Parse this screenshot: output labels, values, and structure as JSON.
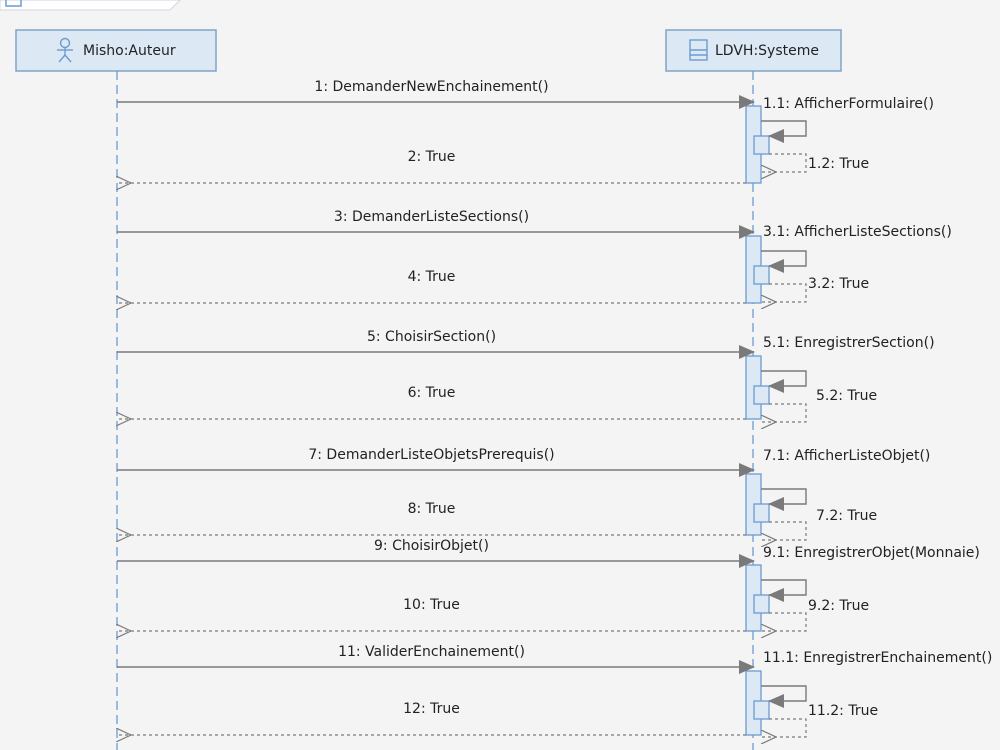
{
  "lifelines": [
    {
      "name": "Misho:Auteur",
      "kind": "actor",
      "icon": "actor-icon"
    },
    {
      "name": "LDVH:Systeme",
      "kind": "system",
      "icon": "system-icon"
    }
  ],
  "interactions": [
    {
      "call": "1: DemanderNewEnchainement()",
      "self_call": "1.1: AfficherFormulaire()",
      "self_return": "1.2: True",
      "return": "2: True"
    },
    {
      "call": "3: DemanderListeSections()",
      "self_call": "3.1: AfficherListeSections()",
      "self_return": "3.2: True",
      "return": "4: True"
    },
    {
      "call": "5: ChoisirSection()",
      "self_call": "5.1: EnregistrerSection()",
      "self_return": "5.2: True",
      "return": "6: True"
    },
    {
      "call": "7: DemanderListeObjetsPrerequis()",
      "self_call": "7.1: AfficherListeObjet()",
      "self_return": "7.2: True",
      "return": "8: True"
    },
    {
      "call": "9: ChoisirObjet()",
      "self_call": "9.1: EnregistrerObjet(Monnaie)",
      "self_return": "9.2: True",
      "return": "10: True"
    },
    {
      "call": "11: ValiderEnchainement()",
      "self_call": "11.1: EnregistrerEnchainement()",
      "self_return": "11.2: True",
      "return": "12: True"
    }
  ],
  "colors": {
    "background": "#f4f4f4",
    "lifeline_fill": "#dce8f4",
    "lifeline_border": "#7fa3c8",
    "lifeline_dash": "#6c9bd2",
    "arrow": "#7a7a7a",
    "activation_fill": "#dce8f4",
    "activation_border": "#6c9bd2",
    "text": "#222222"
  }
}
